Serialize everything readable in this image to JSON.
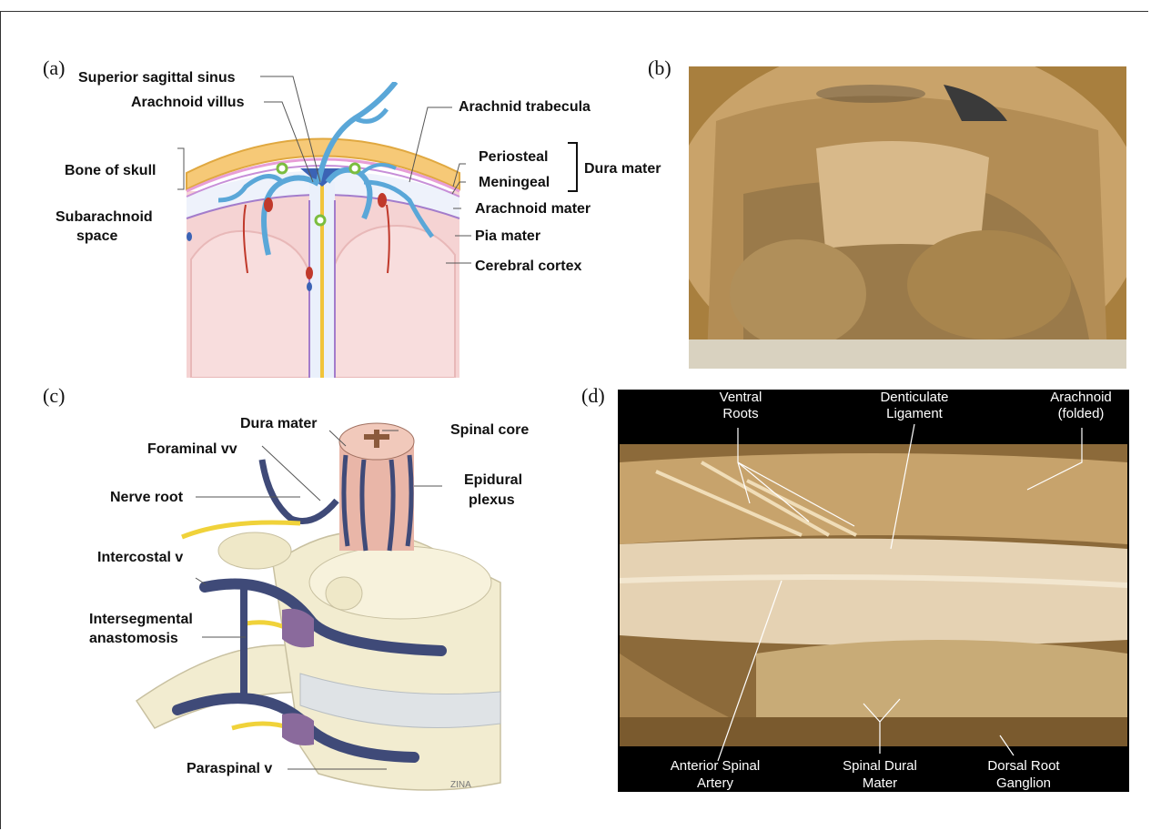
{
  "panels": {
    "a": {
      "tag": "(a)",
      "labels": {
        "superior_sagittal_sinus": "Superior sagittal sinus",
        "arachnoid_villus": "Arachnoid villus",
        "arachnid_trabecula": "Arachnid trabecula",
        "bone_of_skull": "Bone of skull",
        "periosteal": "Periosteal",
        "meningeal": "Meningeal",
        "dura_mater": "Dura mater",
        "subarachnoid_line1": "Subarachnoid",
        "subarachnoid_line2": "space",
        "arachnoid_mater": "Arachnoid mater",
        "pia_mater": "Pia mater",
        "cerebral_cortex": "Cerebral cortex"
      }
    },
    "b": {
      "tag": "(b)"
    },
    "c": {
      "tag": "(c)",
      "labels": {
        "dura_mater": "Dura mater",
        "spinal_core": "Spinal core",
        "foraminal_vv": "Foraminal vv",
        "epidural_line1": "Epidural",
        "epidural_line2": "plexus",
        "nerve_root": "Nerve root",
        "intercostal_v": "Intercostal v",
        "intersegmental_line1": "Intersegmental",
        "intersegmental_line2": "anastomosis",
        "paraspinal_v": "Paraspinal v",
        "signature": "ZINA"
      }
    },
    "d": {
      "tag": "(d)",
      "labels": {
        "ventral_line1": "Ventral",
        "ventral_line2": "Roots",
        "denticulate_line1": "Denticulate",
        "denticulate_line2": "Ligament",
        "arachnoid_line1": "Arachnoid",
        "arachnoid_line2": "(folded)",
        "anterior_line1": "Anterior Spinal",
        "anterior_line2": "Artery",
        "spinal_dural_line1": "Spinal Dural",
        "spinal_dural_line2": "Mater",
        "dorsal_line1": "Dorsal Root",
        "dorsal_line2": "Ganglion"
      }
    }
  },
  "colors": {
    "bone": "#f6c977",
    "vein": "#5aa7d8",
    "cortex": "#f5d3d3",
    "tissue": "#c9a36a",
    "vertebra": "#f2ecd0",
    "plexus": "#3f4a78",
    "nerve": "#f0d23a"
  }
}
